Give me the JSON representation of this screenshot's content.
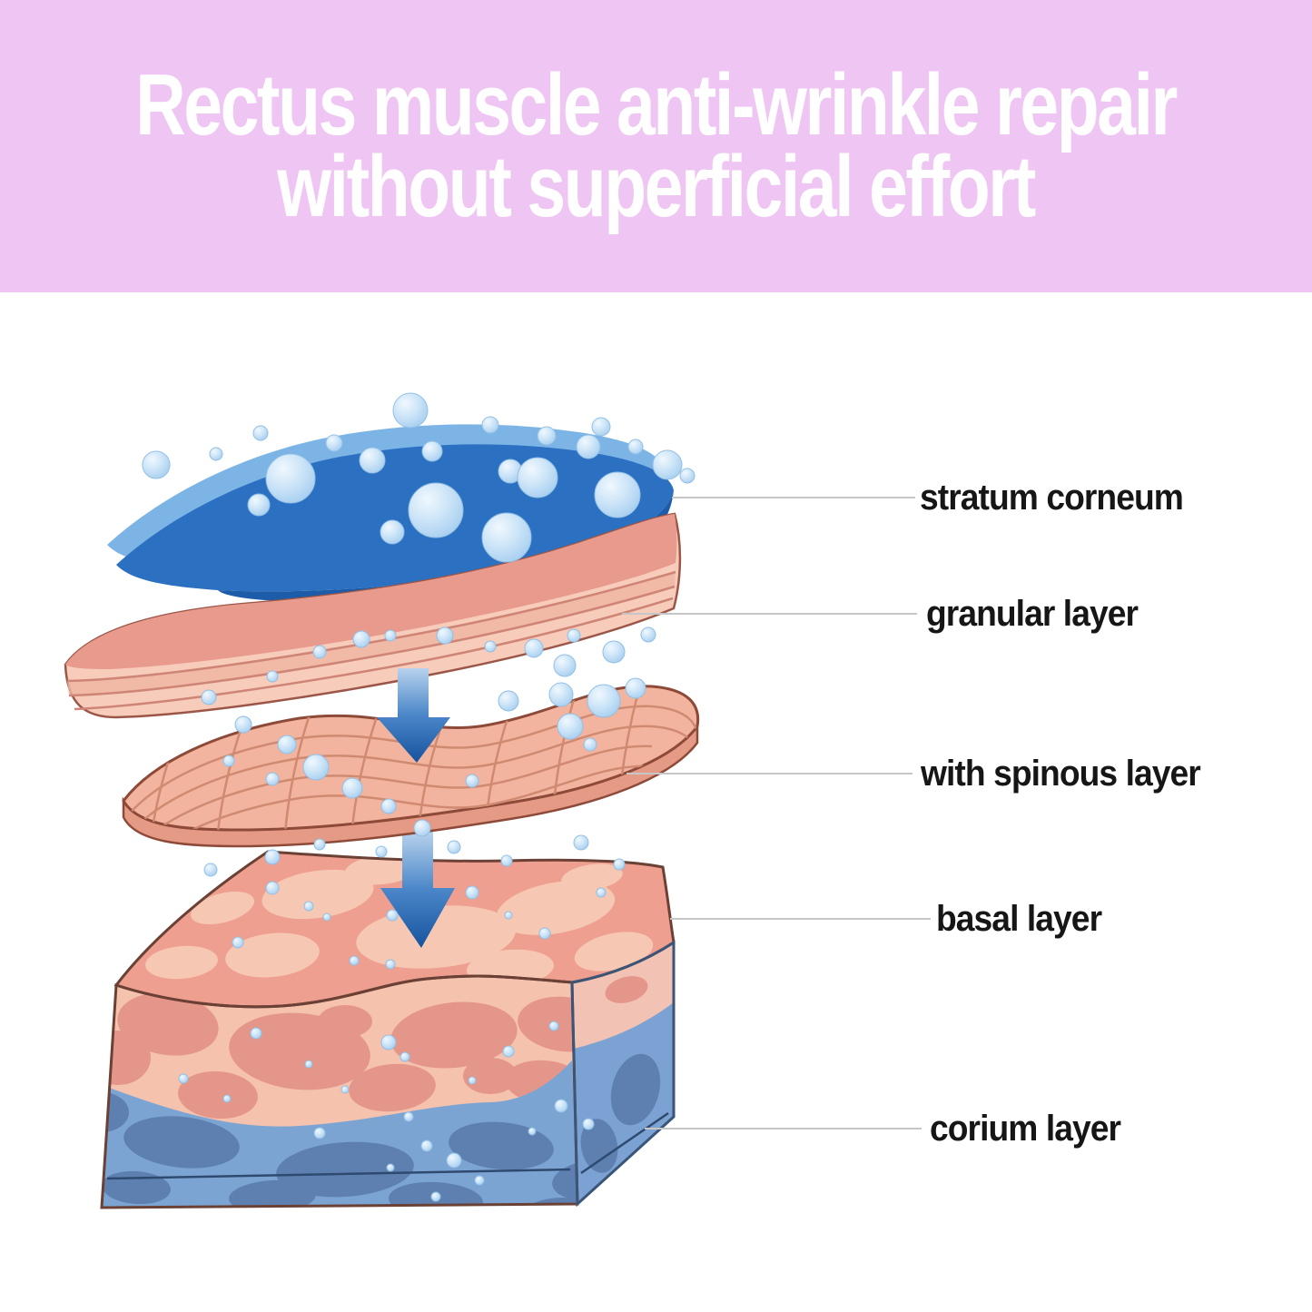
{
  "banner": {
    "line1": "Rectus muscle anti-wrinkle repair",
    "line2": "without superficial effort",
    "bg_color": "#efc6f3",
    "text_color": "#ffffff"
  },
  "diagram": {
    "label_color": "#161616",
    "leader_line_color": "#c6c6c6",
    "labels": [
      {
        "id": "stratum-corneum",
        "text": "stratum corneum"
      },
      {
        "id": "granular-layer",
        "text": "granular layer"
      },
      {
        "id": "spinous-layer",
        "text": "with spinous layer"
      },
      {
        "id": "basal-layer",
        "text": "basal layer"
      },
      {
        "id": "corium-layer",
        "text": "corium layer"
      }
    ],
    "colors": {
      "stratum_blue": "#2b70c1",
      "stratum_blue_light": "#7db4e6",
      "stratum_blue_dark": "#1d5ca8",
      "granular_top": "#e89a8d",
      "granular_light": "#f7ccba",
      "granular_stripe": "#cf8576",
      "spinous_fill": "#f2b49e",
      "spinous_grid": "#d08a72",
      "block_top_pink": "#ee9f8f",
      "block_front_pink": "#f5c2ae",
      "block_blob_pink": "#e5968a",
      "corium_blue": "#7ca4d3",
      "corium_blob_blue": "#5e80b1",
      "bubble_blue": "#cfe6f8",
      "arrow_blue_dark": "#17539e",
      "arrow_blue_light": "#b7d2ed",
      "outline_brown": "#6b4136"
    },
    "bubbles": {
      "top": [
        [
          172,
          512,
          15
        ],
        [
          238,
          500,
          7
        ],
        [
          287,
          477,
          8
        ],
        [
          320,
          527,
          27
        ],
        [
          285,
          556,
          12
        ],
        [
          368,
          488,
          9
        ],
        [
          410,
          507,
          14
        ],
        [
          452,
          452,
          19
        ],
        [
          476,
          497,
          11
        ],
        [
          480,
          562,
          30
        ],
        [
          432,
          586,
          13
        ],
        [
          540,
          468,
          9
        ],
        [
          562,
          519,
          13
        ],
        [
          558,
          592,
          27
        ],
        [
          592,
          526,
          22
        ],
        [
          602,
          480,
          10
        ],
        [
          648,
          492,
          13
        ],
        [
          662,
          470,
          10
        ],
        [
          680,
          545,
          25
        ],
        [
          700,
          492,
          8
        ],
        [
          735,
          512,
          16
        ],
        [
          757,
          524,
          8
        ]
      ],
      "mid": [
        [
          352,
          718,
          7
        ],
        [
          398,
          704,
          9
        ],
        [
          300,
          745,
          6
        ],
        [
          430,
          700,
          6
        ],
        [
          490,
          700,
          9
        ],
        [
          540,
          712,
          6
        ],
        [
          588,
          714,
          10
        ],
        [
          622,
          733,
          12
        ],
        [
          632,
          700,
          7
        ],
        [
          676,
          718,
          12
        ],
        [
          714,
          699,
          8
        ],
        [
          665,
          772,
          18
        ],
        [
          700,
          758,
          11
        ],
        [
          618,
          765,
          13
        ],
        [
          560,
          772,
          11
        ],
        [
          230,
          768,
          8
        ],
        [
          268,
          798,
          9
        ],
        [
          316,
          820,
          10
        ],
        [
          348,
          845,
          14
        ],
        [
          388,
          868,
          11
        ],
        [
          300,
          858,
          7
        ],
        [
          428,
          888,
          8
        ],
        [
          465,
          912,
          9
        ],
        [
          252,
          838,
          6
        ],
        [
          520,
          860,
          7
        ],
        [
          628,
          800,
          14
        ],
        [
          650,
          820,
          7
        ]
      ],
      "lower": [
        [
          300,
          944,
          8
        ],
        [
          352,
          930,
          6
        ],
        [
          420,
          938,
          6
        ],
        [
          500,
          933,
          7
        ],
        [
          558,
          948,
          6
        ],
        [
          640,
          928,
          8
        ],
        [
          682,
          952,
          6
        ],
        [
          232,
          958,
          7
        ],
        [
          262,
          1038,
          6
        ],
        [
          300,
          978,
          7
        ],
        [
          340,
          998,
          5
        ],
        [
          390,
          1058,
          5
        ],
        [
          432,
          1008,
          6
        ],
        [
          520,
          983,
          7
        ],
        [
          600,
          1028,
          6
        ],
        [
          662,
          983,
          5
        ],
        [
          430,
          1062,
          5
        ],
        [
          360,
          1010,
          4
        ],
        [
          560,
          1008,
          4
        ]
      ],
      "front": [
        [
          282,
          1138,
          6
        ],
        [
          428,
          1148,
          8
        ],
        [
          446,
          1164,
          5
        ],
        [
          560,
          1158,
          6
        ],
        [
          618,
          1218,
          7
        ],
        [
          352,
          1248,
          6
        ],
        [
          500,
          1278,
          8
        ],
        [
          528,
          1300,
          5
        ],
        [
          202,
          1188,
          5
        ],
        [
          648,
          1238,
          6
        ],
        [
          480,
          1318,
          5
        ],
        [
          380,
          1200,
          4
        ],
        [
          340,
          1172,
          4
        ],
        [
          610,
          1130,
          5
        ],
        [
          250,
          1210,
          4
        ],
        [
          450,
          1230,
          5
        ],
        [
          470,
          1262,
          6
        ],
        [
          430,
          1286,
          4
        ],
        [
          520,
          1190,
          4
        ],
        [
          586,
          1246,
          4
        ]
      ]
    }
  }
}
